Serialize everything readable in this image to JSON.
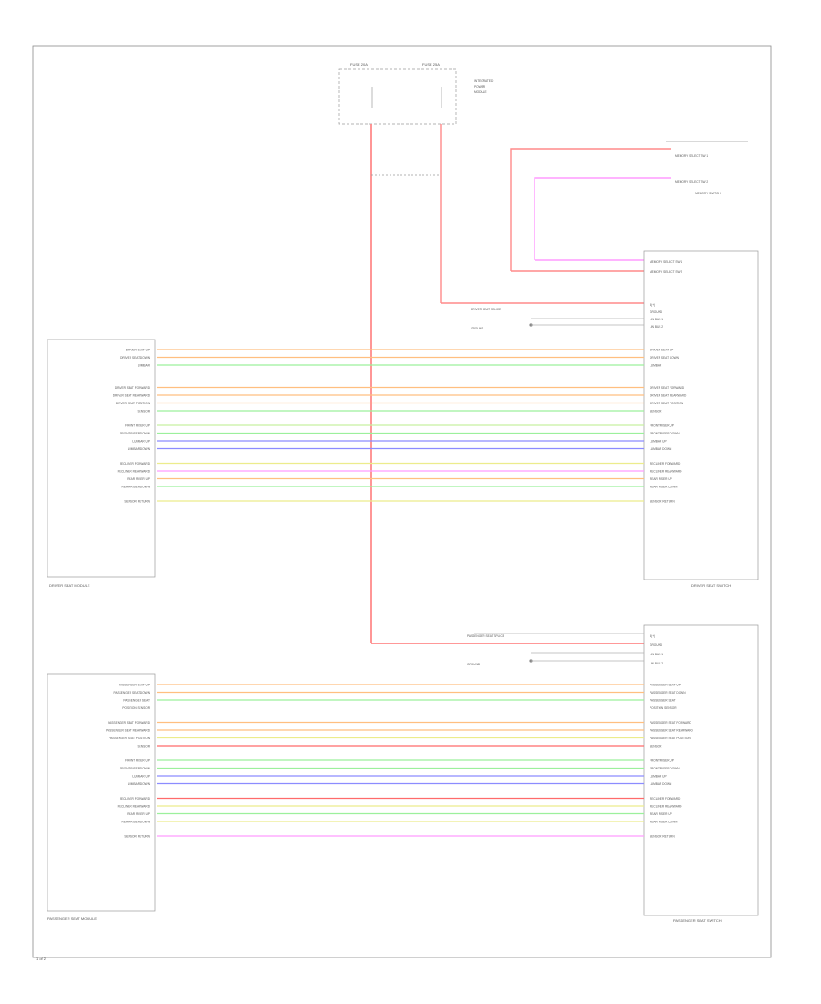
{
  "footer": {
    "page_label": "1 of 2"
  },
  "fuse_box": {
    "fuse_a": "FUSE 20A",
    "fuse_b": "FUSE 25A",
    "caption": [
      "INTEGRATED",
      "POWER",
      "MODULE"
    ]
  },
  "memory_switch": {
    "labels": [
      "MEMORY SELECT SW 1",
      "MEMORY SELECT SW 2"
    ],
    "module": "MEMORY SWITCH"
  },
  "driver_module": {
    "name": "DRIVER SEAT MODULE",
    "switch_name": "DRIVER SEAT SWITCH",
    "top_labels": [
      "MEMORY SELECT SW 1",
      "MEMORY SELECT SW 2"
    ],
    "power_labels": [
      "B(+)",
      "GROUND",
      "LIN BUS 1",
      "LIN BUS 2"
    ],
    "splice": "DRIVER SEAT SPLICE",
    "ground": "GROUND",
    "left_labels": [
      "DRIVER SEAT UP",
      "DRIVER SEAT DOWN",
      "LUMBAR",
      "",
      "DRIVER SEAT FORWARD",
      "DRIVER SEAT REARWARD",
      "DRIVER SEAT POSITION",
      "SENSOR",
      "FRONT RISER UP",
      "FRONT RISER DOWN",
      "LUMBAR UP",
      "LUMBAR DOWN",
      "RECLINER FORWARD",
      "RECLINER REARWARD",
      "REAR RISER UP",
      "REAR RISER DOWN",
      "SENSOR RETURN"
    ]
  },
  "passenger_module": {
    "name": "PASSENGER SEAT MODULE",
    "switch_name": "PASSENGER SEAT SWITCH",
    "power_labels": [
      "B(+)",
      "GROUND",
      "LIN BUS 1",
      "LIN BUS 2"
    ],
    "splice": "PASSENGER SEAT SPLICE",
    "ground": "GROUND",
    "left_labels": [
      "PASSENGER SEAT UP",
      "PASSENGER SEAT DOWN",
      "PASSENGER SEAT",
      "POSITION SENSOR",
      "PASSENGER SEAT FORWARD",
      "PASSENGER SEAT REARWARD",
      "PASSENGER SEAT POSITION",
      "SENSOR",
      "FRONT RISER UP",
      "FRONT RISER DOWN",
      "LUMBAR UP",
      "LUMBAR DOWN",
      "RECLINER FORWARD",
      "RECLINER REARWARD",
      "REAR RISER UP",
      "REAR RISER DOWN",
      "SENSOR RETURN"
    ]
  },
  "wire_colors": {
    "power_red": "#ff8a8a",
    "orange": "#ffbf80",
    "green": "#9cf09c",
    "yellow": "#ecec8c",
    "blue": "#8c8cff",
    "violet": "#ff9cff",
    "light_green": "#c8f0a0",
    "red": "#ff6b6b"
  }
}
